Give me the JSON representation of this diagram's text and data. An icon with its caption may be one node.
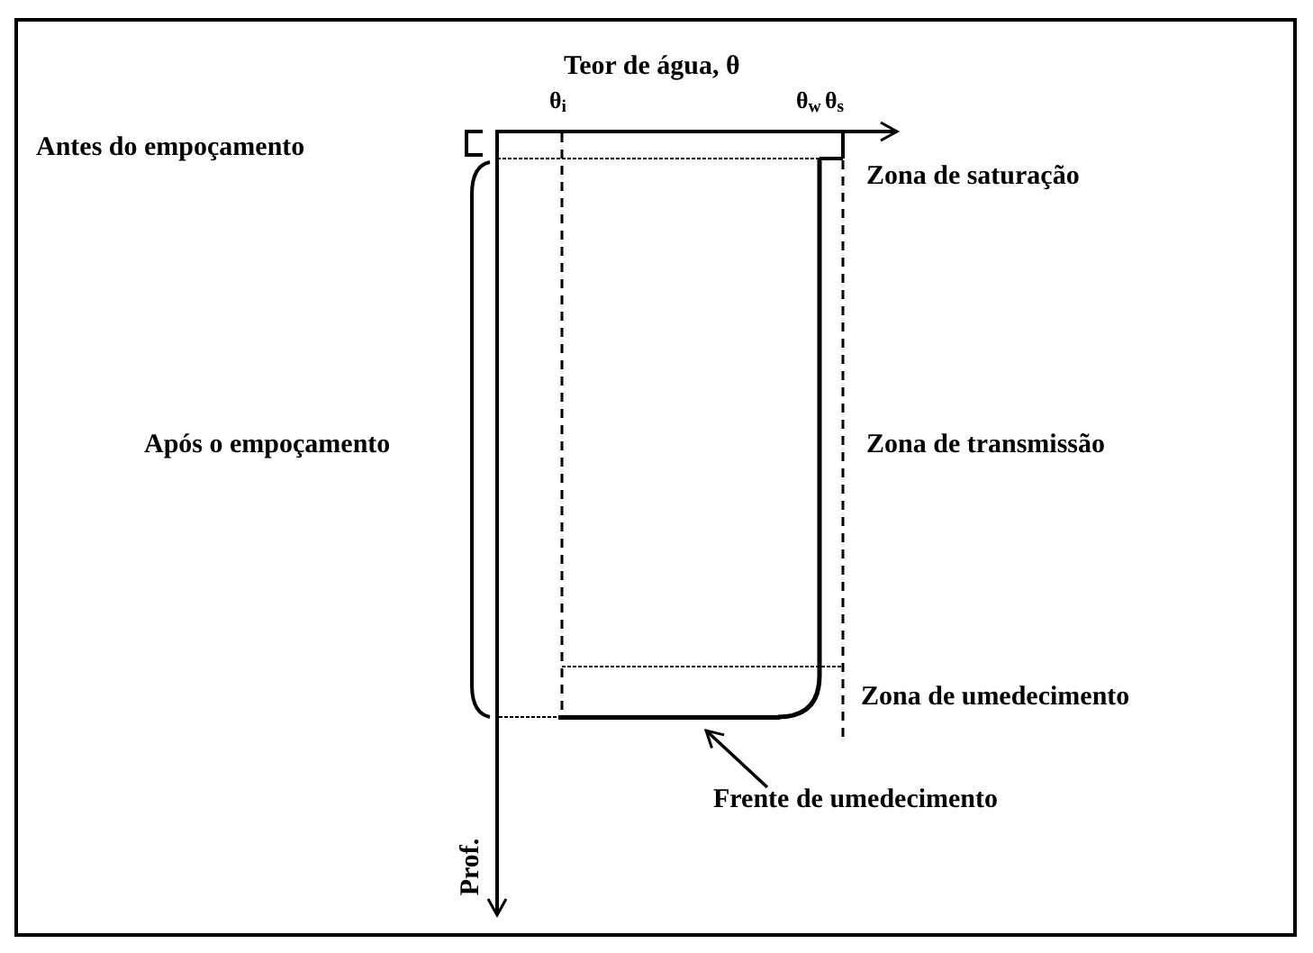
{
  "diagram": {
    "title": "Teor de água, θ",
    "nodes": [
      {
        "text": [
          "Frente de umedecimento"
        ]
      },
      {
        "text": [],
        "shape": "line"
      }
    ],
    "edges": [
      {
        "from": 0,
        "to": 1,
        "arrow": "to"
      }
    ],
    "labels": [
      "θ$_{i}$",
      "θ$_{w}$",
      "θ$_{s}$",
      "Antes do empoçamento",
      "Zona de saturação",
      "Após o empoçamento",
      "Zona de transmissão",
      "Zona de umedecimento",
      "Prof."
    ]
  }
}
